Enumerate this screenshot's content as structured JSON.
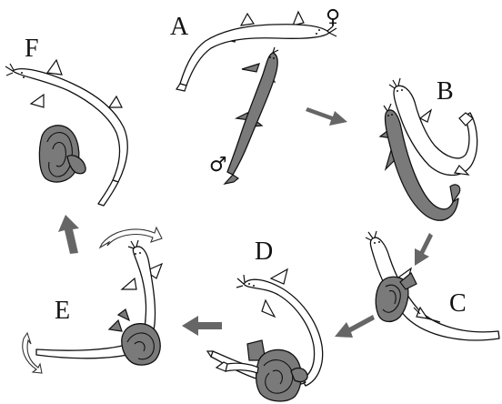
{
  "stages": [
    {
      "id": "A",
      "label": "A"
    },
    {
      "id": "B",
      "label": "B"
    },
    {
      "id": "C",
      "label": "C"
    },
    {
      "id": "D",
      "label": "D"
    },
    {
      "id": "E",
      "label": "E"
    },
    {
      "id": "F",
      "label": "F"
    }
  ],
  "symbols": {
    "female": "♀",
    "male": "♂"
  },
  "colors": {
    "female_fish": "#ffffff",
    "male_fish": "#7a7a7a",
    "cycle_arrow": "#666666",
    "outline": "#111111"
  }
}
